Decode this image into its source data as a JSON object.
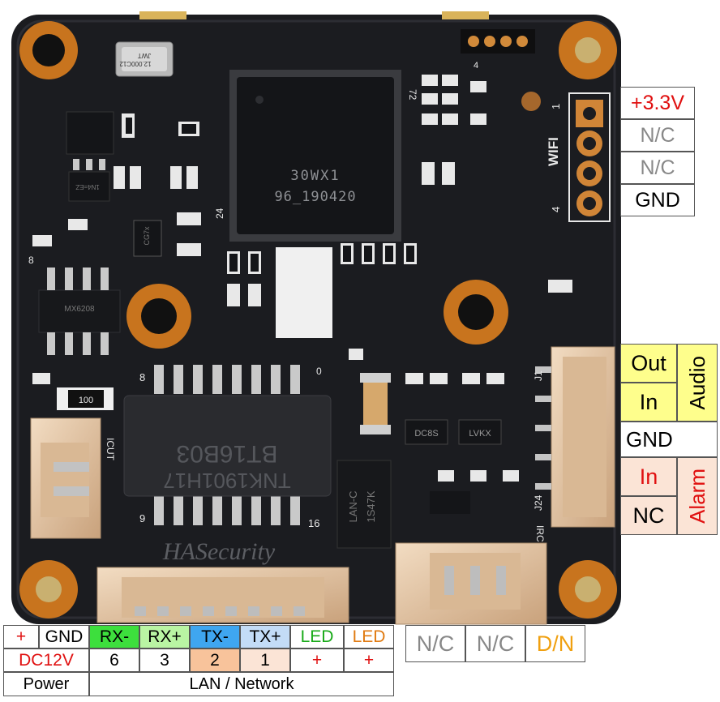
{
  "board": {
    "crystal_text": "12.000C12",
    "crystal_mark": "JWT",
    "chip_line1": "30WX1",
    "chip_line2": "96_190420",
    "chip_pin": "24",
    "chip_pin2": "72",
    "ic_left_text": "MX6208",
    "ic_left_pin": "8",
    "cap_mark": "CG7x",
    "reg_mark": "1N4=EZ",
    "resistor_text": "100",
    "transformer_line1": "BT16B03",
    "transformer_line2": "TNK1901H17",
    "transformer_pin8": "8",
    "transformer_pin9": "9",
    "transformer_pin16": "16",
    "transformer_pin0": "0",
    "lan_chip_line1": "LAN-C",
    "lan_chip_line2": "1S47K",
    "dc8s_text": "DC8S",
    "lvkx_text": "LVKX",
    "wifi_label": "WIFI",
    "wifi_pin1": "1",
    "wifi_pin4": "4",
    "j24_label": "J24",
    "j1_label": "J1",
    "irc_label": "IRC",
    "icut_label": "ICUT",
    "watermark": "HASecurity",
    "small_pin_label": "4"
  },
  "wifi_header": {
    "pins": [
      {
        "text": "+3.3V",
        "color": "#e01010"
      },
      {
        "text": "N/C",
        "color": "#888888"
      },
      {
        "text": "N/C",
        "color": "#888888"
      },
      {
        "text": "GND",
        "color": "#000000"
      }
    ]
  },
  "audio_alarm": {
    "audio_title": "Audio",
    "audio_out": "Out",
    "audio_in": "In",
    "gnd": "GND",
    "alarm_title": "Alarm",
    "alarm_in": "In",
    "alarm_nc": "NC",
    "audio_bg": "#fefe8c",
    "alarm_bg": "#fbe4d6",
    "alarm_color": "#e01010"
  },
  "bottom_table": {
    "row1": [
      {
        "text": "+",
        "color": "#e01010",
        "bg": "#ffffff"
      },
      {
        "text": "GND",
        "color": "#000000",
        "bg": "#ffffff"
      },
      {
        "text": "RX-",
        "color": "#000000",
        "bg": "#3ddf3d"
      },
      {
        "text": "RX+",
        "color": "#000000",
        "bg": "#b9f4a3"
      },
      {
        "text": "TX-",
        "color": "#000000",
        "bg": "#3fa6f0"
      },
      {
        "text": "TX+",
        "color": "#000000",
        "bg": "#c3dcf7"
      },
      {
        "text": "LED",
        "color": "#17a917",
        "bg": "#ffffff"
      },
      {
        "text": "LED",
        "color": "#e07a10",
        "bg": "#ffffff"
      }
    ],
    "row2": [
      {
        "text": "DC12V",
        "color": "#e01010",
        "bg": "#ffffff"
      },
      {
        "text": "6",
        "color": "#000000",
        "bg": "#ffffff"
      },
      {
        "text": "3",
        "color": "#000000",
        "bg": "#ffffff"
      },
      {
        "text": "2",
        "color": "#000000",
        "bg": "#f8c39b"
      },
      {
        "text": "1",
        "color": "#000000",
        "bg": "#fbe4d6"
      },
      {
        "text": "+",
        "color": "#e01010",
        "bg": "#ffffff"
      },
      {
        "text": "+",
        "color": "#e01010",
        "bg": "#ffffff"
      }
    ],
    "power_label": "Power",
    "lan_label": "LAN / Network"
  },
  "ircut_labels": [
    {
      "text": "N/C",
      "color": "#888888"
    },
    {
      "text": "N/C",
      "color": "#888888"
    },
    {
      "text": "D/N",
      "color": "#f0a010"
    }
  ],
  "colors": {
    "pcb": "#1b1c20",
    "pcb_edge": "#2a2b30",
    "copper": "#c8741e",
    "silk": "#e8e8e8",
    "connector": "#e7c9a9",
    "white": "#ffffff"
  }
}
